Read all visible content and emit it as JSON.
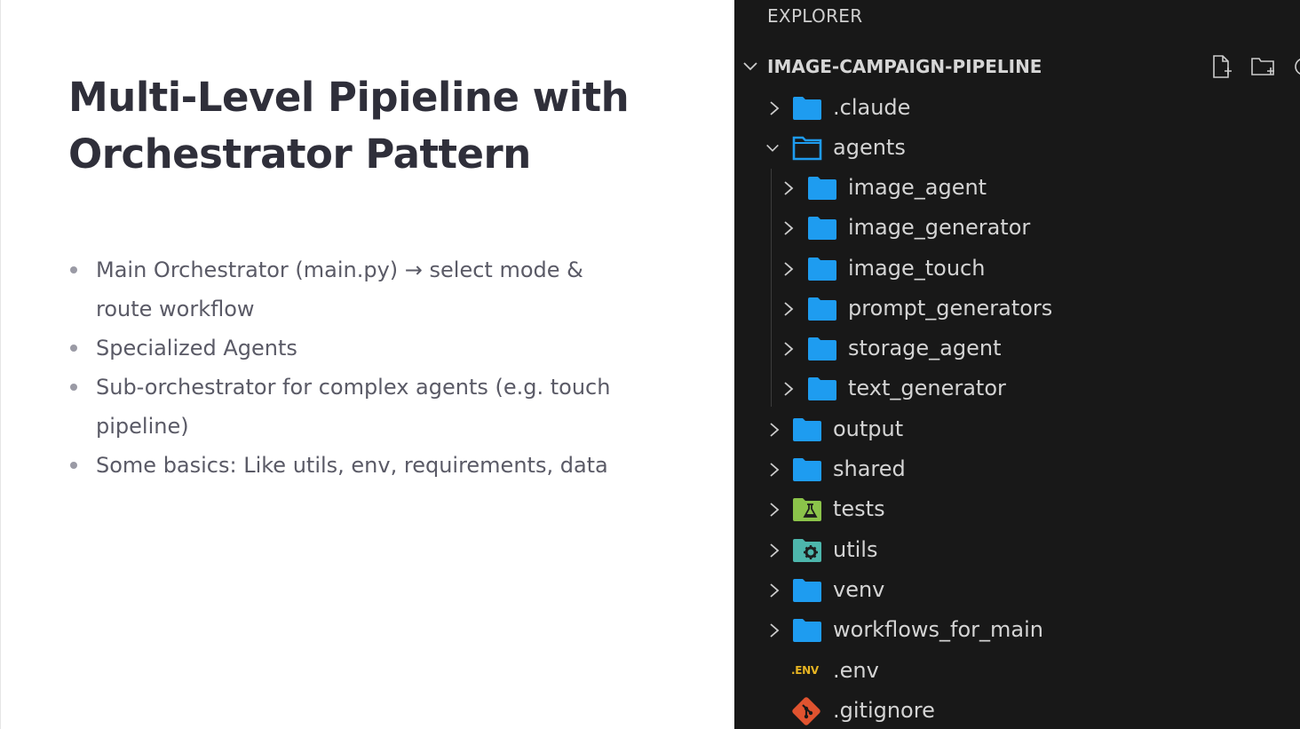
{
  "slide": {
    "title_lines": [
      "Multi-Level Pipieline with",
      "Orchestrator Pattern"
    ],
    "bullets": [
      {
        "lines": [
          "Main Orchestrator (main.py) → select mode &",
          "route workflow"
        ]
      },
      {
        "lines": [
          "Specialized Agents"
        ]
      },
      {
        "lines": [
          "Sub-orchestrator for complex agents (e.g. touch",
          "pipeline)"
        ]
      },
      {
        "lines": [
          "Some basics: Like utils, env, requirements, data"
        ]
      }
    ]
  },
  "explorer": {
    "title": "EXPLORER",
    "root_label": "IMAGE-CAMPAIGN-PIPELINE",
    "header_icons": [
      "new-file-icon",
      "new-folder-icon",
      "refresh-icon"
    ],
    "items": [
      {
        "label": ".claude",
        "icon": "folder-icon",
        "expanded": false
      },
      {
        "label": "agents",
        "icon": "folder-open-icon",
        "expanded": true
      },
      {
        "label": "image_agent",
        "icon": "folder-icon",
        "expanded": false
      },
      {
        "label": "image_generator",
        "icon": "folder-icon",
        "expanded": false
      },
      {
        "label": "image_touch",
        "icon": "folder-icon",
        "expanded": false
      },
      {
        "label": "prompt_generators",
        "icon": "folder-icon",
        "expanded": false
      },
      {
        "label": "storage_agent",
        "icon": "folder-icon",
        "expanded": false
      },
      {
        "label": "text_generator",
        "icon": "folder-icon",
        "expanded": false
      },
      {
        "label": "output",
        "icon": "folder-icon",
        "expanded": false
      },
      {
        "label": "shared",
        "icon": "folder-icon",
        "expanded": false
      },
      {
        "label": "tests",
        "icon": "flask-folder-icon",
        "expanded": false
      },
      {
        "label": "utils",
        "icon": "gear-folder-icon",
        "expanded": false
      },
      {
        "label": "venv",
        "icon": "folder-icon",
        "expanded": false
      },
      {
        "label": "workflows_for_main",
        "icon": "folder-icon",
        "expanded": false
      },
      {
        "label": ".env",
        "icon": "env-file-icon",
        "badge": ".ENV"
      },
      {
        "label": ".gitignore",
        "icon": "git-icon"
      }
    ],
    "colors": {
      "background": "#181818",
      "folder": "#1e9cf0",
      "tests_folder": "#8bc34a",
      "utils_folder": "#4db6ac",
      "env_badge": "#e6b422",
      "git": "#e0532f"
    }
  }
}
